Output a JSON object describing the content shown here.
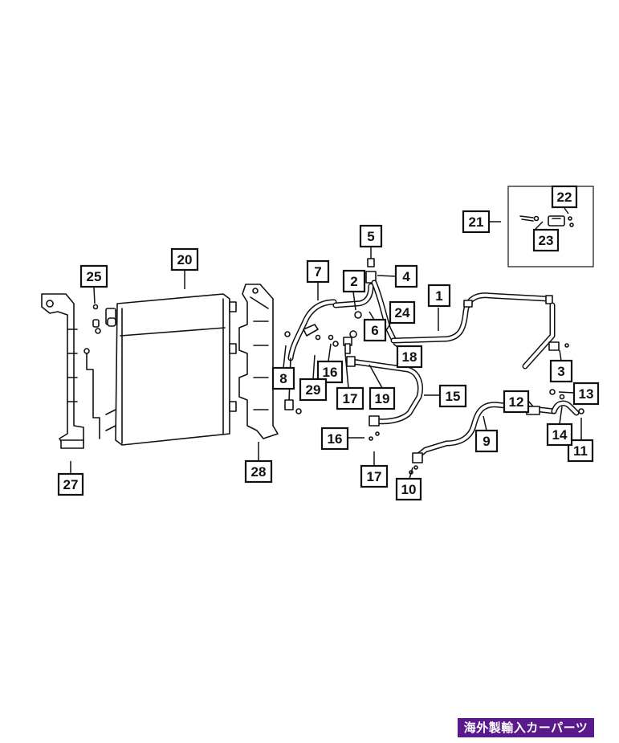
{
  "diagram": {
    "callouts": [
      {
        "id": "c1",
        "label": "1"
      },
      {
        "id": "c2",
        "label": "2"
      },
      {
        "id": "c3",
        "label": "3"
      },
      {
        "id": "c4",
        "label": "4"
      },
      {
        "id": "c5",
        "label": "5"
      },
      {
        "id": "c6",
        "label": "6"
      },
      {
        "id": "c7",
        "label": "7"
      },
      {
        "id": "c8",
        "label": "8"
      },
      {
        "id": "c9",
        "label": "9"
      },
      {
        "id": "c10",
        "label": "10"
      },
      {
        "id": "c11",
        "label": "11"
      },
      {
        "id": "c12",
        "label": "12"
      },
      {
        "id": "c13",
        "label": "13"
      },
      {
        "id": "c14",
        "label": "14"
      },
      {
        "id": "c15",
        "label": "15"
      },
      {
        "id": "c16a",
        "label": "16"
      },
      {
        "id": "c16b",
        "label": "16"
      },
      {
        "id": "c17a",
        "label": "17"
      },
      {
        "id": "c17b",
        "label": "17"
      },
      {
        "id": "c18",
        "label": "18"
      },
      {
        "id": "c19",
        "label": "19"
      },
      {
        "id": "c20",
        "label": "20"
      },
      {
        "id": "c21",
        "label": "21"
      },
      {
        "id": "c22",
        "label": "22"
      },
      {
        "id": "c23",
        "label": "23"
      },
      {
        "id": "c24",
        "label": "24"
      },
      {
        "id": "c25",
        "label": "25"
      },
      {
        "id": "c27",
        "label": "27"
      },
      {
        "id": "c28",
        "label": "28"
      },
      {
        "id": "c29",
        "label": "29"
      }
    ]
  },
  "banner": {
    "text": "海外製輸入カーパーツ",
    "color": "#5a1a8c"
  }
}
